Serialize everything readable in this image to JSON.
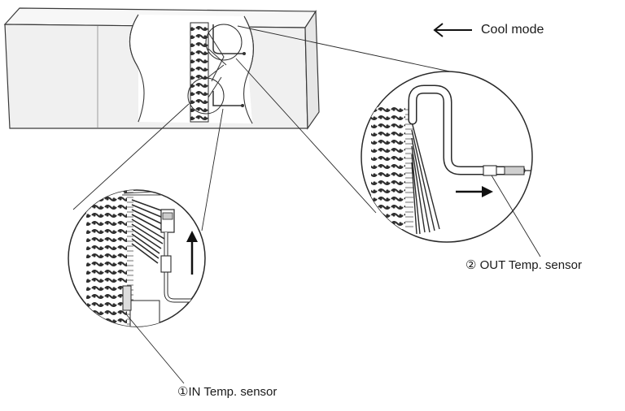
{
  "diagram": {
    "mode_label": "Cool mode",
    "out_sensor": {
      "number": "②",
      "label": "OUT Temp. sensor"
    },
    "in_sensor": {
      "number": "①",
      "label": "IN Temp. sensor"
    }
  },
  "colors": {
    "line": "#2a2a2a",
    "fill": "#f2f2f2",
    "coil": "#3a3a3a"
  },
  "icons": {
    "mode_arrow": "left-arrow-icon",
    "flow_up": "up-arrow-icon",
    "flow_right": "right-arrow-icon"
  }
}
